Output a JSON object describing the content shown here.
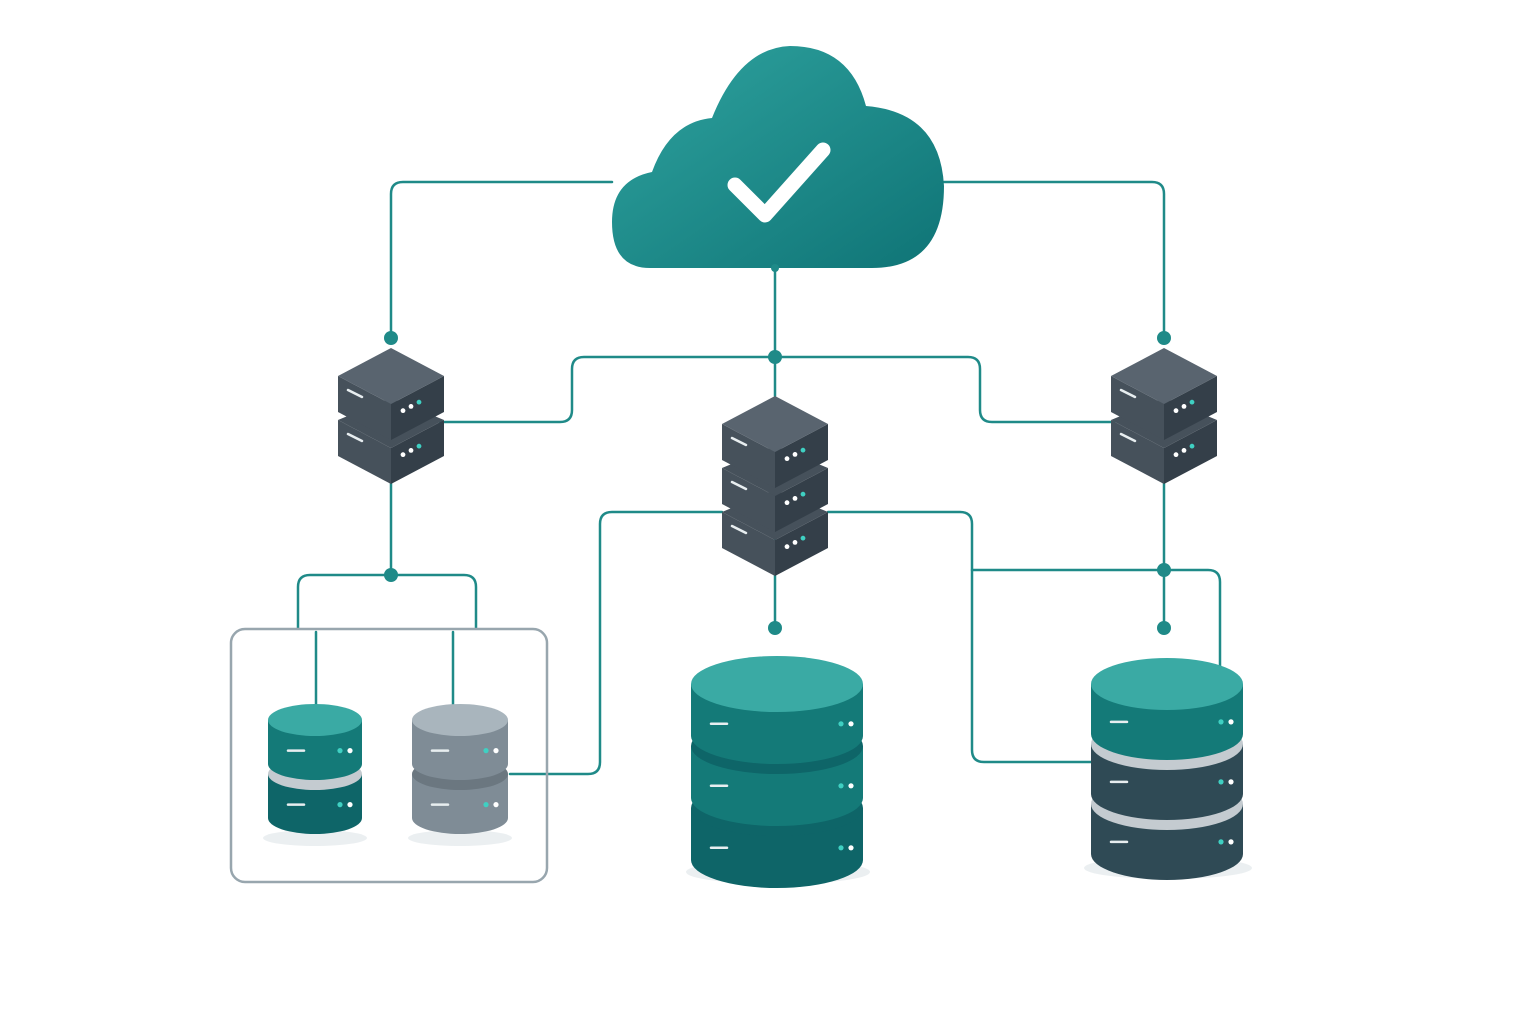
{
  "colors": {
    "background": "#ffffff",
    "connector": "#1f8a88",
    "cloud_light": "#2fa39f",
    "cloud_dark": "#0f7476",
    "check": "#ffffff",
    "server_top": "#59646f",
    "server_left": "#46515b",
    "server_right": "#343f49",
    "teal_light": "#3aaaa4",
    "teal_mid": "#147a78",
    "teal_dark": "#0e6568",
    "slate_dark": "#2f4a55",
    "gray_light": "#a9b5bd",
    "gray_mid": "#7f8c96",
    "gray_ring": "#c4cbd0",
    "cluster_border": "#98a6ae",
    "led_teal": "#3fd0c2",
    "led_white": "#ffffff"
  },
  "icons": {
    "cloud": "cloud-check-icon",
    "switch": "server-stack-icon",
    "database": "database-icon"
  },
  "diagram": {
    "cloud": {
      "status": "verified"
    },
    "switches": [
      {
        "id": "switch-left",
        "units": 2
      },
      {
        "id": "switch-center",
        "units": 3
      },
      {
        "id": "switch-right",
        "units": 2
      }
    ],
    "storage": [
      {
        "id": "cluster-db-teal",
        "layers": 2,
        "color": "teal",
        "in_cluster": true
      },
      {
        "id": "cluster-db-gray",
        "layers": 2,
        "color": "gray",
        "in_cluster": true
      },
      {
        "id": "db-center",
        "layers": 3,
        "color": "teal",
        "in_cluster": false
      },
      {
        "id": "db-right",
        "layers": 3,
        "color": "teal-slate",
        "in_cluster": false
      }
    ],
    "links": [
      [
        "cloud",
        "switch-left"
      ],
      [
        "cloud",
        "switch-center"
      ],
      [
        "cloud",
        "switch-right"
      ],
      [
        "switch-center",
        "switch-left"
      ],
      [
        "switch-center",
        "switch-right"
      ],
      [
        "switch-left",
        "cluster-db-teal"
      ],
      [
        "switch-left",
        "cluster-db-gray"
      ],
      [
        "switch-center",
        "cluster-db-gray"
      ],
      [
        "switch-center",
        "db-center"
      ],
      [
        "switch-center",
        "db-right"
      ],
      [
        "switch-right",
        "db-right"
      ]
    ]
  }
}
